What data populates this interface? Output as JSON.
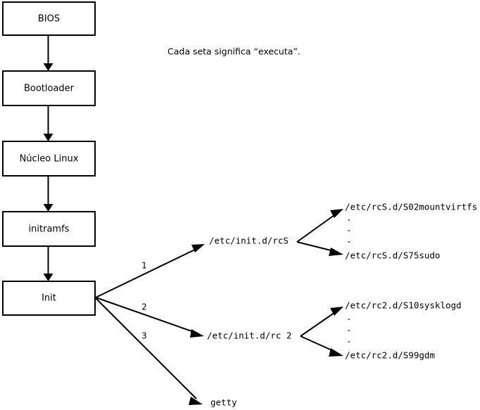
{
  "diagram": {
    "title_note": "Cada seta significa “executa”.",
    "boot_chain": [
      {
        "id": "bios",
        "label": "BIOS"
      },
      {
        "id": "bootloader",
        "label": "Bootloader"
      },
      {
        "id": "kernel",
        "label": "Núcleo Linux"
      },
      {
        "id": "initramfs",
        "label": "initramfs"
      },
      {
        "id": "init",
        "label": "Init"
      }
    ],
    "init_branches": [
      {
        "number": "1",
        "target": "/etc/init.d/rcS"
      },
      {
        "number": "2",
        "target": "/etc/init.d/rc 2"
      },
      {
        "number": "3",
        "target": "getty"
      }
    ],
    "rcs_scripts": {
      "first": "/etc/rcS.d/S02mountvirtfs",
      "ellipsis": [
        "-",
        "-",
        "-"
      ],
      "last": "/etc/rcS.d/S75sudo"
    },
    "rc2_scripts": {
      "first": "/etc/rc2.d/S10sysklogd",
      "ellipsis": [
        "-",
        "-",
        "-"
      ],
      "last": "/etc/rc2.d/S99gdm"
    },
    "colors": {
      "stroke": "#000000",
      "fill": "#ffffff",
      "text": "#000000"
    }
  }
}
